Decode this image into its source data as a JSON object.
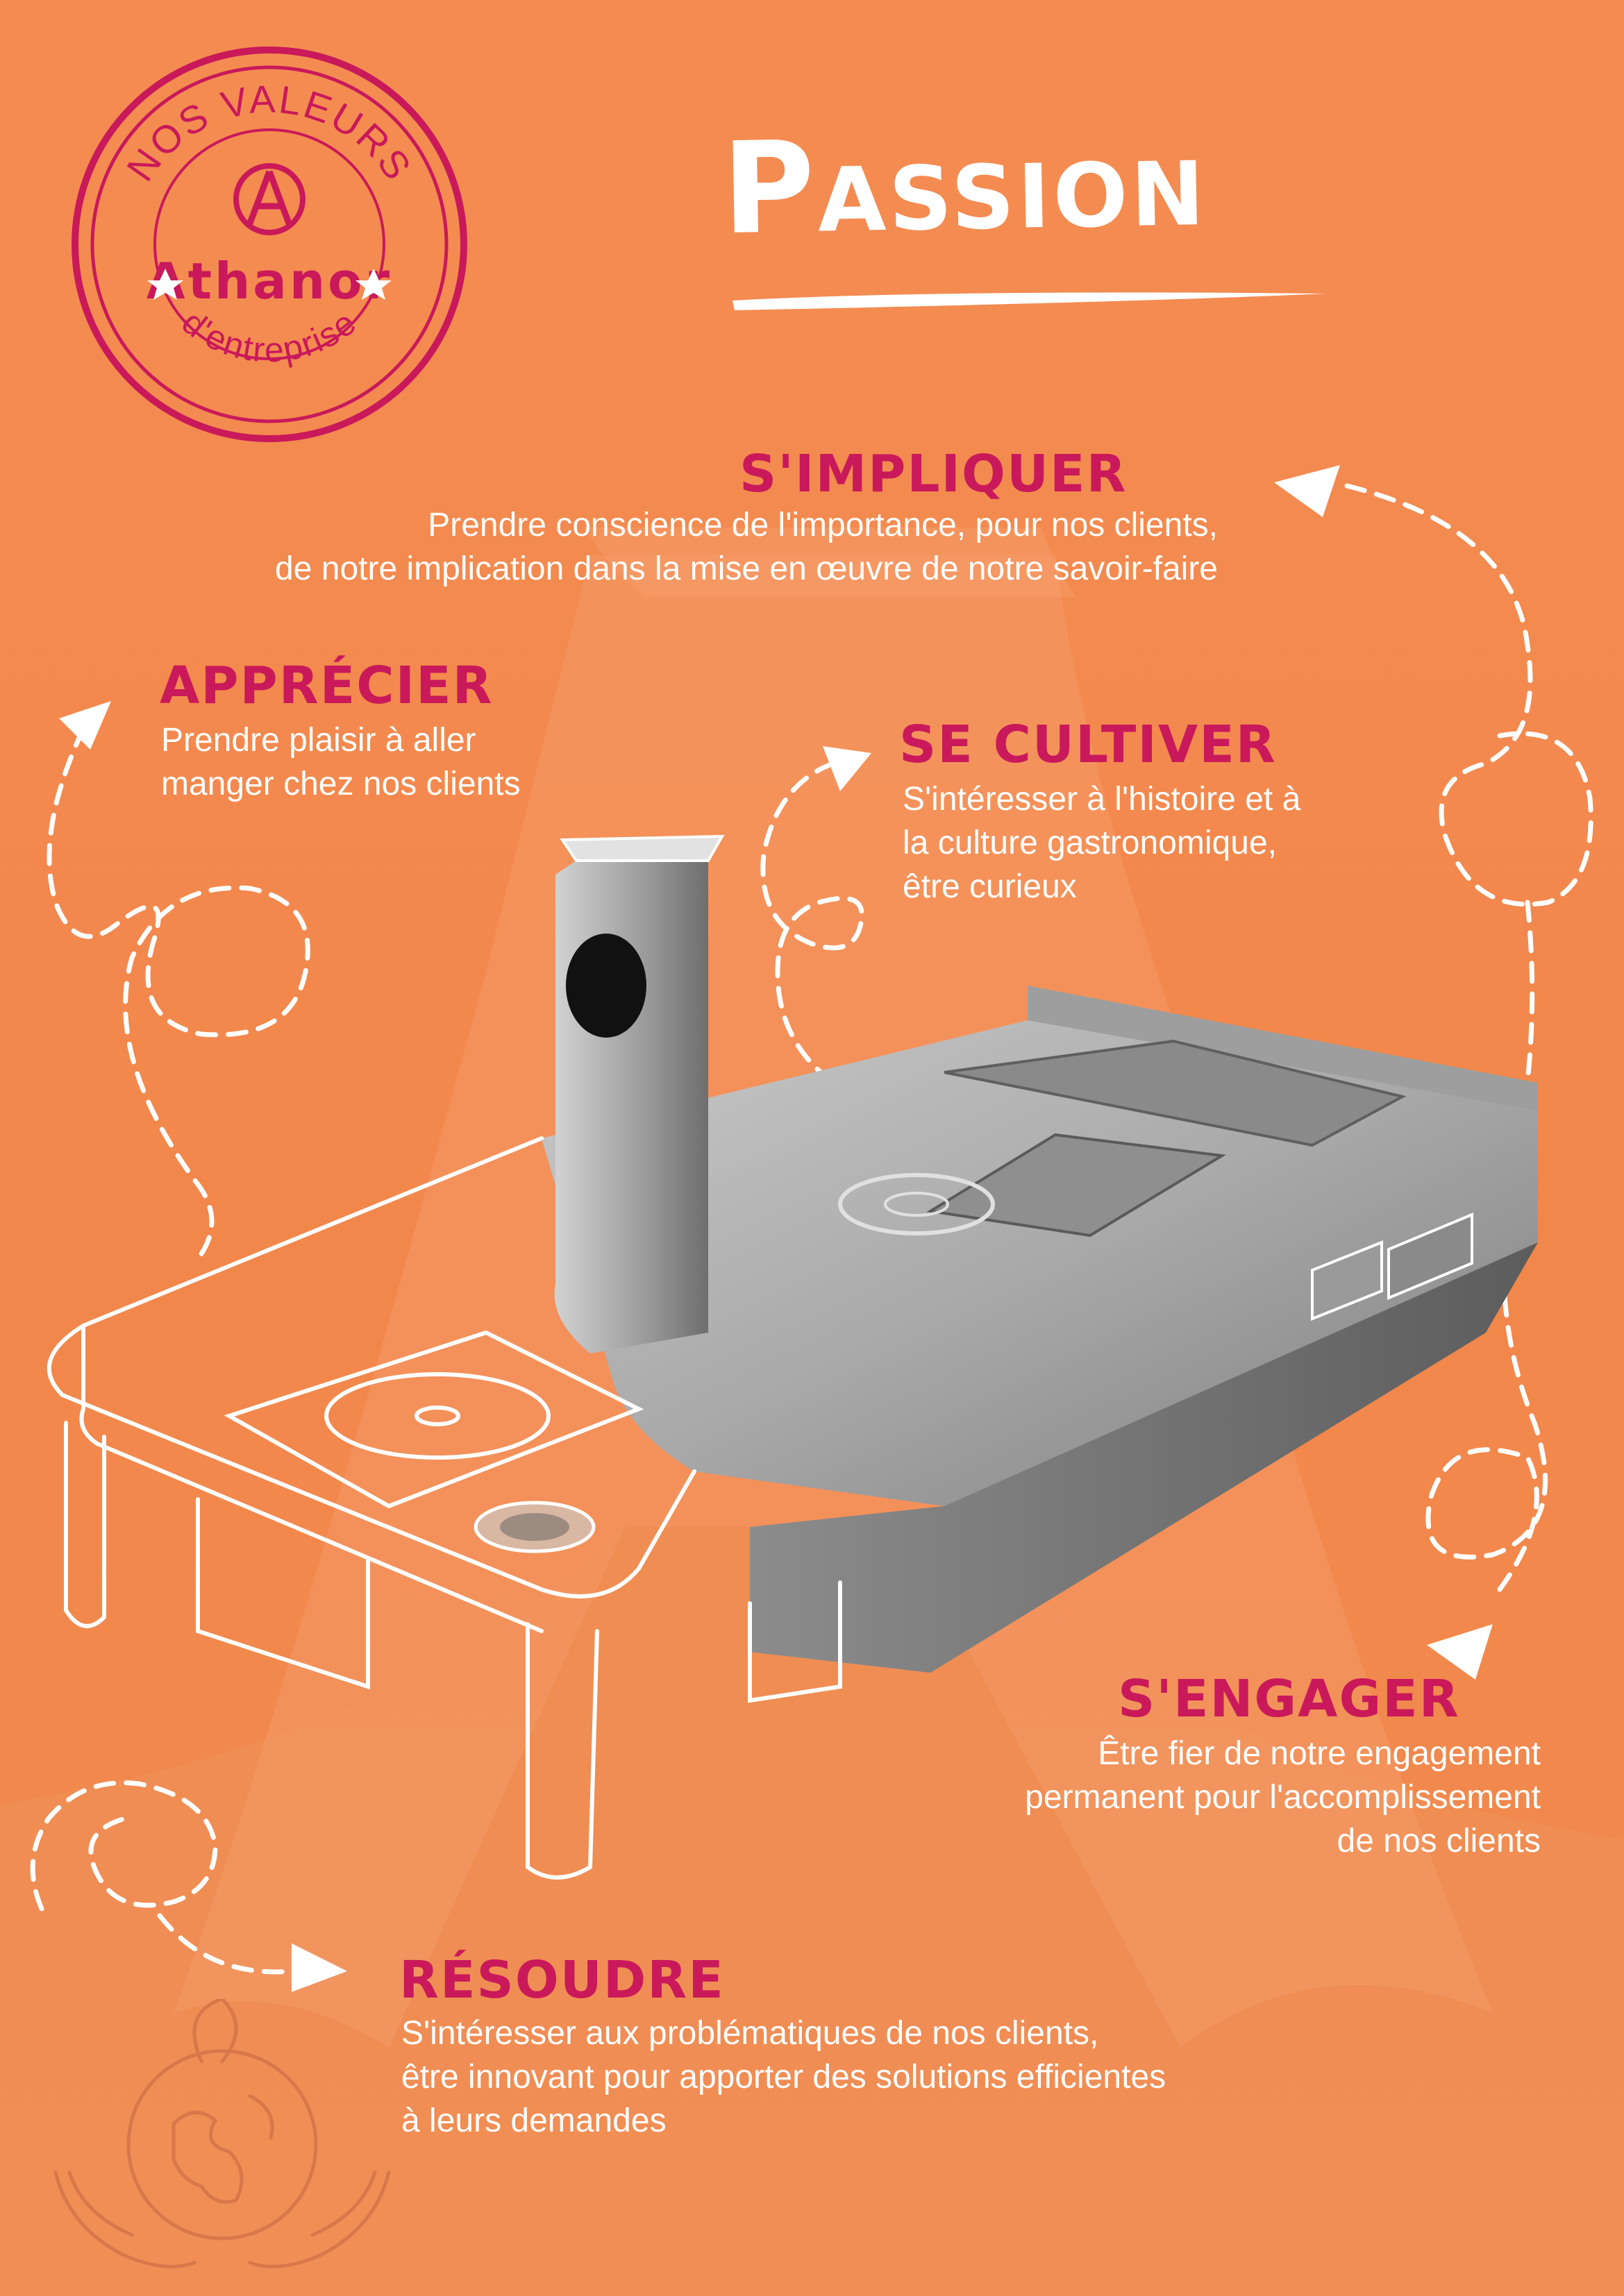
{
  "stamp": {
    "top_text": "NOS VALEURS",
    "brand": "Athanor",
    "bottom_text": "d'entreprise"
  },
  "title": "Passion",
  "values": [
    {
      "heading": "S'IMPLIQUER",
      "lines": [
        "Prendre conscience de l'importance, pour nos clients,",
        "de notre implication dans la mise en œuvre de notre savoir-faire"
      ]
    },
    {
      "heading": "APPRÉCIER",
      "lines": [
        "Prendre plaisir à aller",
        "manger chez nos clients"
      ]
    },
    {
      "heading": "SE CULTIVER",
      "lines": [
        "S'intéresser à l'histoire et à",
        "la culture gastronomique,",
        "être curieux"
      ]
    },
    {
      "heading": "S'ENGAGER",
      "lines": [
        "Être fier de notre engagement",
        "permanent pour l'accomplissement",
        "de nos clients"
      ]
    },
    {
      "heading": "RÉSOUDRE",
      "lines": [
        "S'intéresser aux problématiques de nos clients,",
        "être innovant pour apporter des solutions efficientes",
        "à leurs demandes"
      ]
    }
  ],
  "colors": {
    "background": "#f38b4f",
    "accent": "#c9195a",
    "text": "#ffffff"
  },
  "icons": [
    "athanor-logo-icon",
    "globe-hands-icon",
    "arrow-icon"
  ]
}
